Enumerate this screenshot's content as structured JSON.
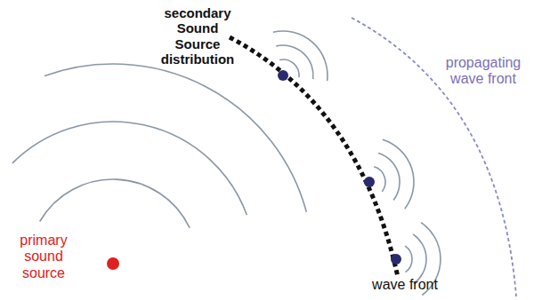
{
  "diagram": {
    "labels": [
      "secondary Sound Source distribution",
      "propagating wave front",
      "primary sound source",
      "wave front"
    ]
  }
}
